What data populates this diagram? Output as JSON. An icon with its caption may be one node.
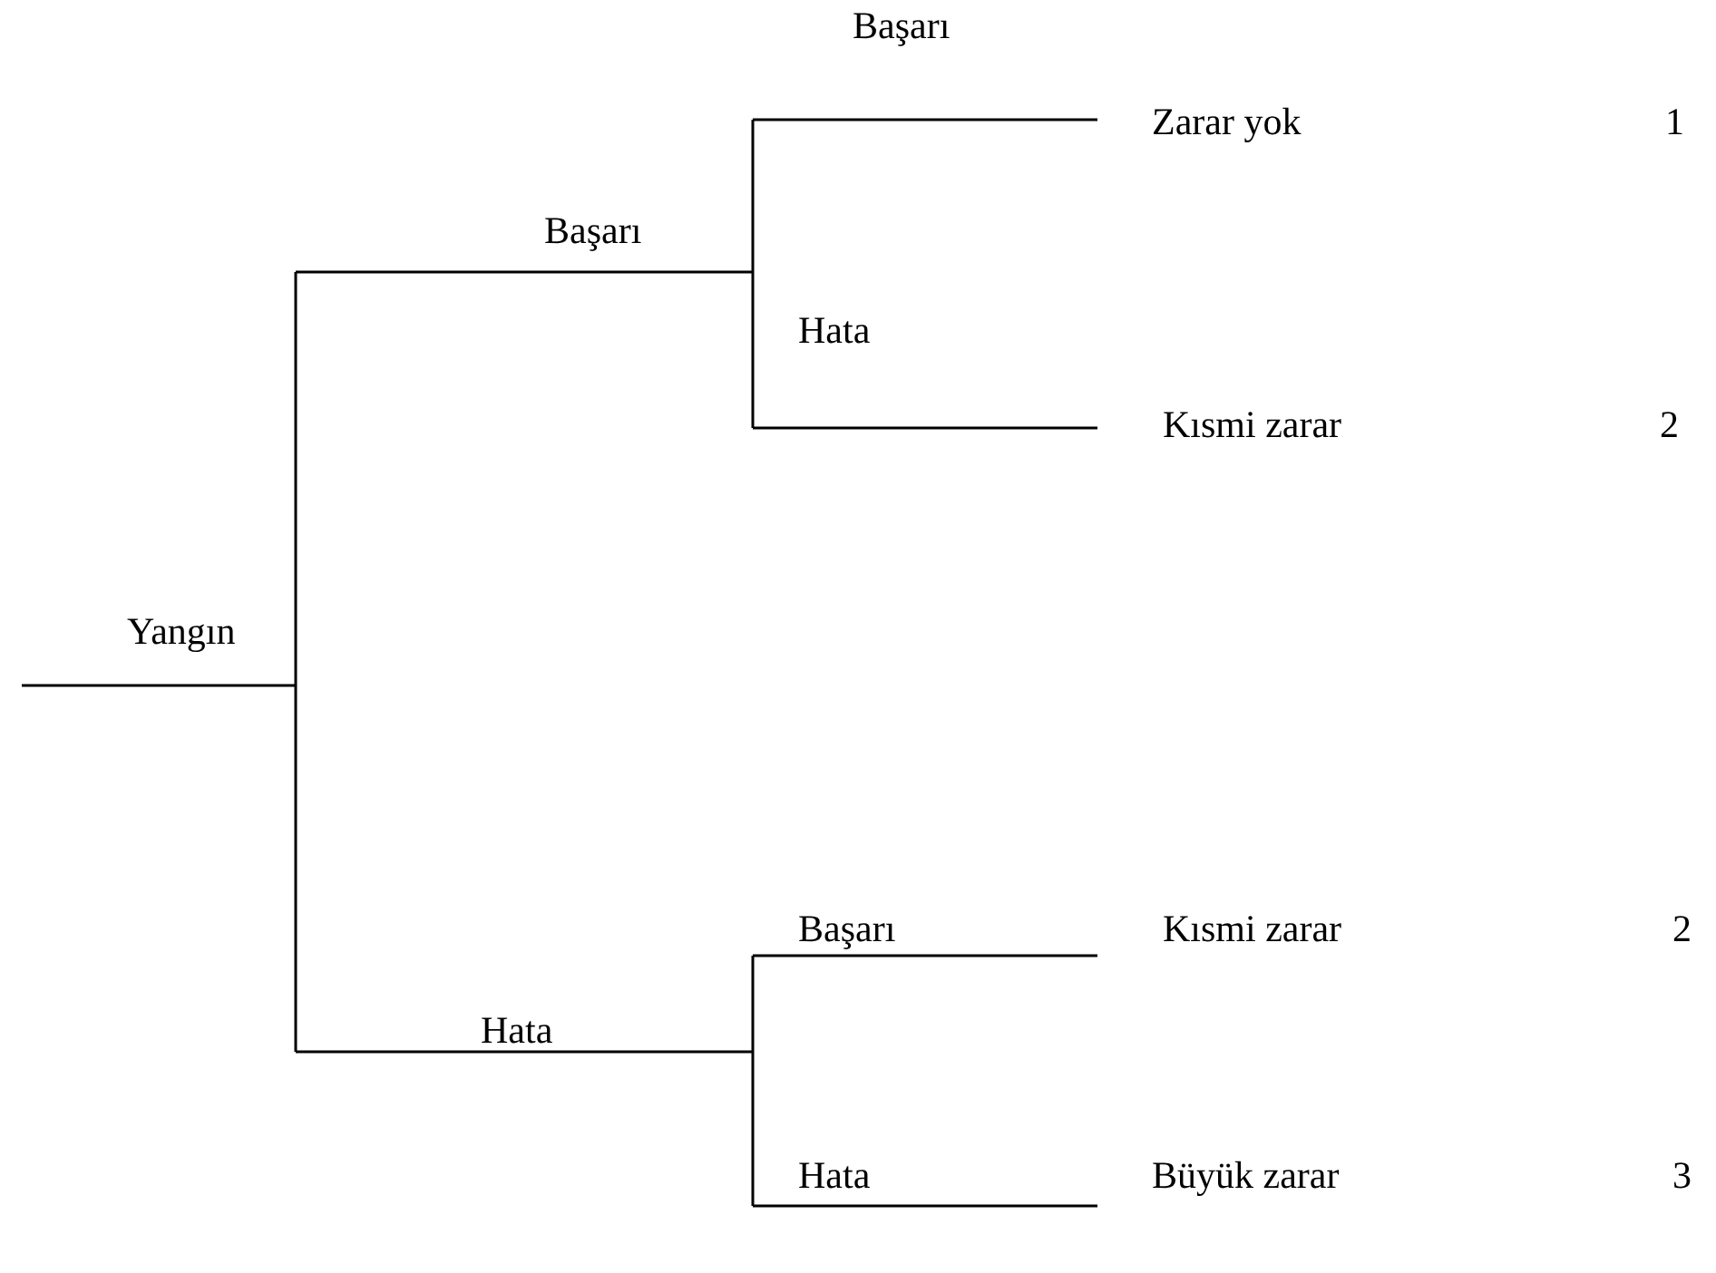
{
  "diagram": {
    "labels": [
      "Başarı",
      "Zarar yok",
      "1",
      "Başarı",
      "Hata",
      "Kısmi zarar",
      "2",
      "Yangın",
      "Başarı",
      "Kısmi zarar",
      "2",
      "Hata",
      "Hata",
      "Büyük zarar",
      "3"
    ]
  }
}
